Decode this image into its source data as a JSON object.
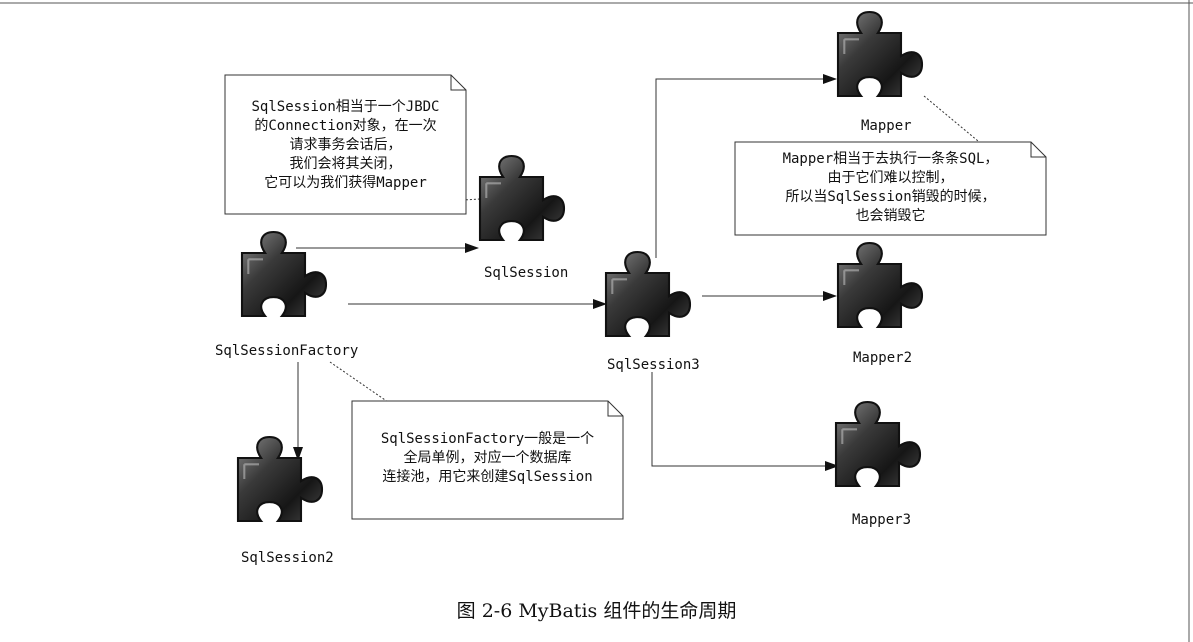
{
  "pieces": [
    {
      "id": "factory",
      "label": "SqlSessionFactory"
    },
    {
      "id": "s1",
      "label": "SqlSession"
    },
    {
      "id": "s2",
      "label": "SqlSession2"
    },
    {
      "id": "s3",
      "label": "SqlSession3"
    },
    {
      "id": "m1",
      "label": "Mapper"
    },
    {
      "id": "m2",
      "label": "Mapper2"
    },
    {
      "id": "m3",
      "label": "Mapper3"
    }
  ],
  "notes": {
    "session": [
      "SqlSession相当于一个JBDC",
      "的Connection对象，在一次",
      "请求事务会话后，",
      "我们会将其关闭，",
      "它可以为我们获得Mapper"
    ],
    "mapper": [
      "Mapper相当于去执行一条条SQL，",
      "由于它们难以控制，",
      "所以当SqlSession销毁的时候，",
      "也会销毁它"
    ],
    "factory": [
      "SqlSessionFactory一般是一个",
      "全局单例，对应一个数据库",
      "连接池，用它来创建SqlSession"
    ]
  },
  "caption": "图 2-6    MyBatis 组件的生命周期"
}
